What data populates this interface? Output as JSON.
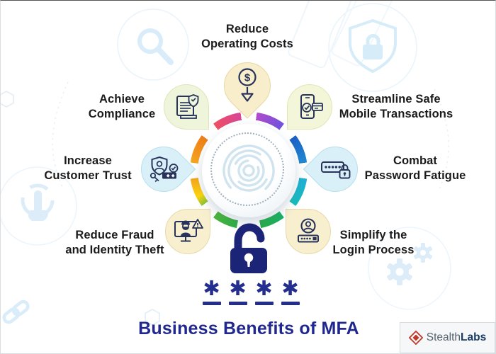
{
  "title": "Business Benefits of MFA",
  "benefits": [
    {
      "id": "reduce-operating-costs",
      "label": "Reduce\nOperating Costs",
      "icon": "dollar-drop-icon",
      "bubble_color": "#f8eecb"
    },
    {
      "id": "achieve-compliance",
      "label": "Achieve\nCompliance",
      "icon": "compliance-scroll-icon",
      "bubble_color": "#eff5da"
    },
    {
      "id": "increase-customer-trust",
      "label": "Increase\nCustomer Trust",
      "icon": "trust-shield-icon",
      "bubble_color": "#d9f0f9"
    },
    {
      "id": "reduce-fraud-identity-theft",
      "label": "Reduce Fraud\nand Identity Theft",
      "icon": "fraud-monitor-icon",
      "bubble_color": "#f8efcf"
    },
    {
      "id": "streamline-mobile-transactions",
      "label": "Streamline Safe\nMobile Transactions",
      "icon": "mobile-check-icon",
      "bubble_color": "#f3f6d8"
    },
    {
      "id": "combat-password-fatigue",
      "label": "Combat\nPassword Fatigue",
      "icon": "password-lock-icon",
      "bubble_color": "#d9f0f9"
    },
    {
      "id": "simplify-login-process",
      "label": "Simplify the\nLogin Process",
      "icon": "login-user-icon",
      "bubble_color": "#f8efcf"
    }
  ],
  "center": {
    "icon": "fingerprint-icon"
  },
  "lock": {
    "icon": "open-padlock-icon",
    "asterisk": "✱",
    "asterisk_count": 4
  },
  "logo": {
    "stealth": "Stealth",
    "labs": "Labs",
    "icon": "stealthlabs-diamond-icon"
  },
  "colors": {
    "ring_pink": "#ef4f63",
    "ring_purple": "#6f52dd",
    "ring_blue": "#1d5fc4",
    "ring_cyan": "#14bdbb",
    "ring_green": "#25ab45",
    "ring_yellow": "#ffd60a",
    "ring_orange": "#ee7c17",
    "title_blue": "#20288f",
    "lock_navy": "#1c2478",
    "icon_navy": "#27335a",
    "logo_red": "#c0392b"
  }
}
